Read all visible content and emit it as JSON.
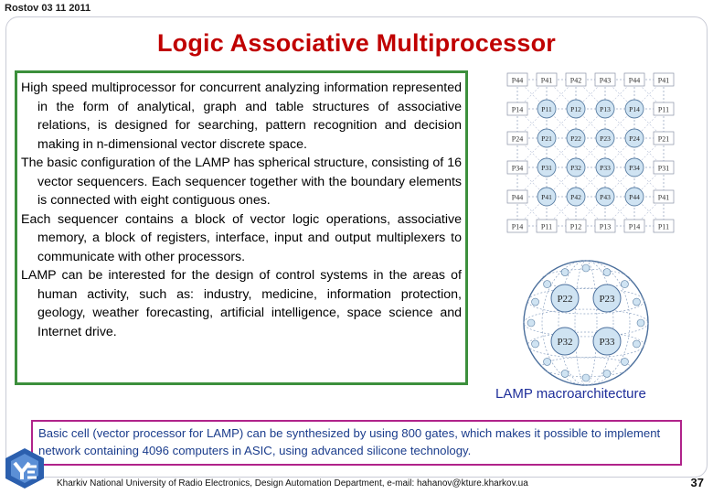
{
  "header": {
    "date": "Rostov 03 11 2011"
  },
  "title": "Logic Associative Multiprocessor",
  "body": {
    "paragraphs": [
      "High speed multiprocessor for concurrent analyzing information represented in the form of analytical, graph and table structures of associative relations, is designed for searching, pattern recognition and decision making in n-dimensional vector discrete space.",
      "The basic configuration of the LAMP has spherical structure, consisting of 16 vector sequencers. Each sequencer together with the boundary elements is connected with eight contiguous ones.",
      "Each sequencer contains a block of vector logic operations, associative memory, a block of registers, interface, input and output multiplexers to communicate with other processors.",
      "LAMP can be interested for the design of control systems in the areas of human activity, such as: industry, medicine, information protection, geology, weather forecasting, artificial intelligence, space science and Internet drive."
    ]
  },
  "figure": {
    "lattice_top_labels": [
      "P44",
      "P41",
      "P42",
      "P43",
      "P44",
      "P41"
    ],
    "lattice_bottom_labels": [
      "P14",
      "P11",
      "P12",
      "P13",
      "P14",
      "P11"
    ],
    "lattice_left_labels": [
      "P14",
      "P24",
      "P34",
      "P44"
    ],
    "lattice_right_labels": [
      "P11",
      "P21",
      "P31",
      "P41"
    ],
    "lattice_nodes": [
      [
        "P11",
        "P12",
        "P13",
        "P14"
      ],
      [
        "P21",
        "P22",
        "P23",
        "P24"
      ],
      [
        "P31",
        "P32",
        "P33",
        "P34"
      ],
      [
        "P41",
        "P42",
        "P43",
        "P44"
      ]
    ],
    "sphere_nodes": [
      "P22",
      "P23",
      "P32",
      "P33"
    ],
    "caption": "LAMP macroarchitecture"
  },
  "cell_note": "Basic cell (vector processor for LAMP) can be synthesized by using 800 gates, which makes it possible to implement network containing 4096 computers in ASIC, using advanced silicone technology.",
  "footer": {
    "text": "Kharkiv National University of Radio Electronics, Design Automation Department, e-mail: hahanov@kture.kharkov.ua",
    "page_number": "37"
  },
  "colors": {
    "title": "#c00000",
    "body_border": "#3c8f3c",
    "caption": "#1f2f9a",
    "cell_border": "#b0238a",
    "cell_text": "#1a3c8c",
    "node_fill": "#cfe3f2"
  }
}
